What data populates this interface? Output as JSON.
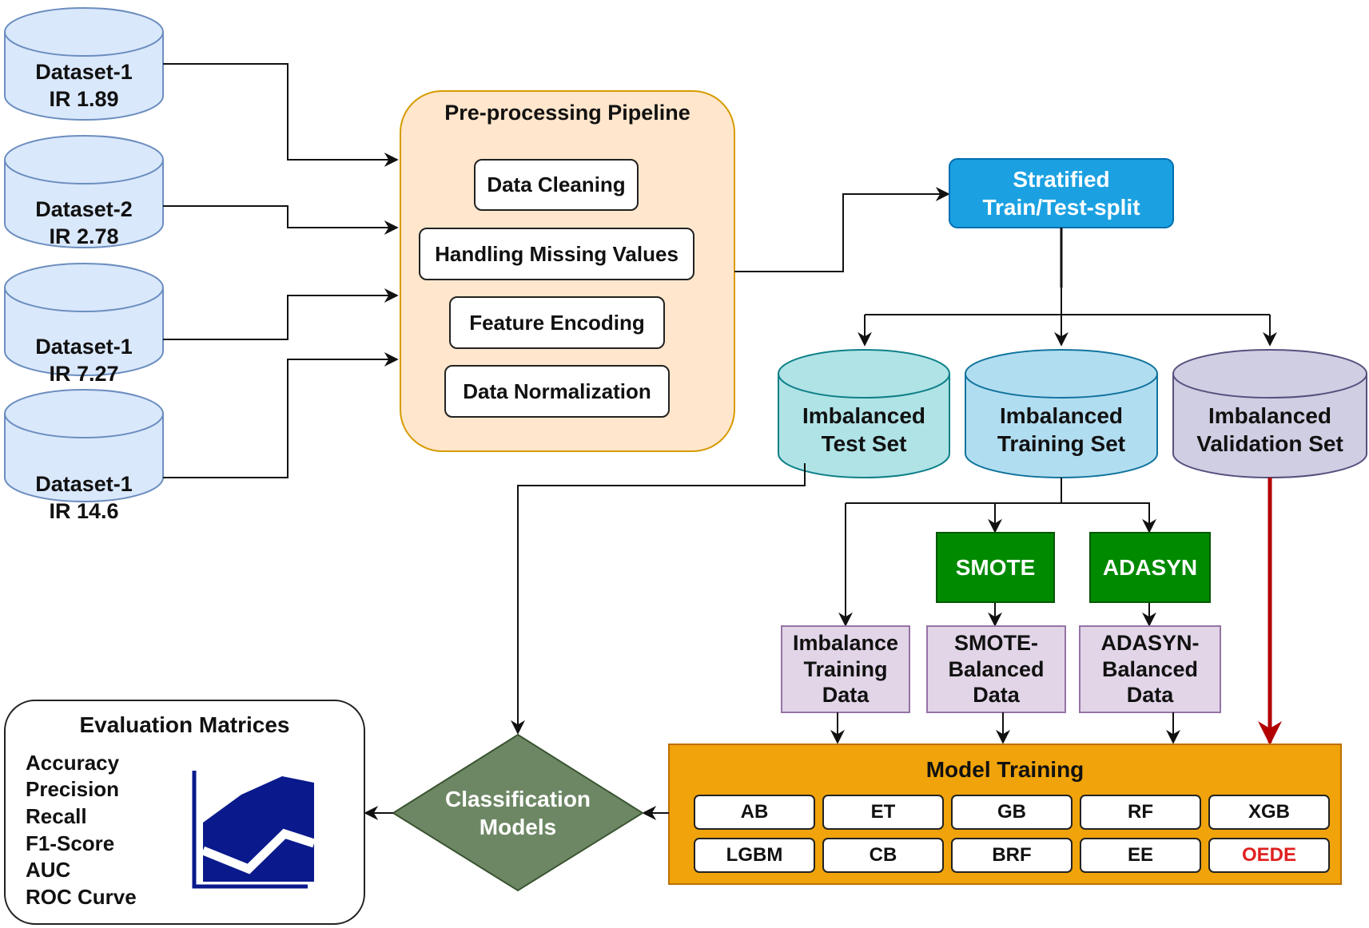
{
  "datasets": [
    {
      "name": "Dataset-1",
      "ir": "IR 1.89"
    },
    {
      "name": "Dataset-2",
      "ir": "IR 2.78"
    },
    {
      "name": "Dataset-1",
      "ir": "IR 7.27"
    },
    {
      "name": "Dataset-1",
      "ir": "IR 14.6"
    }
  ],
  "pipeline": {
    "title": "Pre-processing Pipeline",
    "steps": [
      "Data Cleaning",
      "Handling Missing Values",
      "Feature Encoding",
      "Data Normalization"
    ]
  },
  "split": {
    "label_line1": "Stratified",
    "label_line2": "Train/Test-split"
  },
  "sets": {
    "test": {
      "line1": "Imbalanced",
      "line2": "Test Set"
    },
    "training": {
      "line1": "Imbalanced",
      "line2": "Training Set"
    },
    "validation": {
      "line1": "Imbalanced",
      "line2": "Validation Set"
    }
  },
  "resamplers": {
    "smote": "SMOTE",
    "adasyn": "ADASYN"
  },
  "training_data": {
    "imbalance": [
      "Imbalance",
      "Training",
      "Data"
    ],
    "smote": [
      "SMOTE-",
      "Balanced",
      "Data"
    ],
    "adasyn": [
      "ADASYN-",
      "Balanced",
      "Data"
    ]
  },
  "model_training": {
    "title": "Model Training",
    "models_row1": [
      "AB",
      "ET",
      "GB",
      "RF",
      "XGB"
    ],
    "models_row2": [
      "LGBM",
      "CB",
      "BRF",
      "EE",
      "OEDE"
    ],
    "highlight_model": "OEDE",
    "highlight_color": "#e02020"
  },
  "classification": {
    "line1": "Classification",
    "line2": "Models"
  },
  "evaluation": {
    "title": "Evaluation Matrices",
    "metrics": [
      "Accuracy",
      "Precision",
      "Recall",
      "F1-Score",
      "AUC",
      "ROC Curve"
    ],
    "icon": "area-chart-icon"
  },
  "colors": {
    "dataset_fill": "#dae8fc",
    "dataset_stroke": "#6c8ebf",
    "pipeline_fill": "#ffe6cc",
    "pipeline_stroke": "#d79b00",
    "split_fill": "#1ba1e2",
    "test_fill": "#b0e3e6",
    "test_stroke": "#0e8088",
    "training_fill": "#b1ddf0",
    "training_stroke": "#10739e",
    "validation_fill": "#d0cee2",
    "validation_stroke": "#56517e",
    "green_box": "#008a00",
    "purple_box": "#e1d5e7",
    "model_training_fill": "#f0a30a",
    "classification_fill": "#6d8764",
    "red_arrow": "#b20000",
    "chart_navy": "#0a1a8c"
  }
}
